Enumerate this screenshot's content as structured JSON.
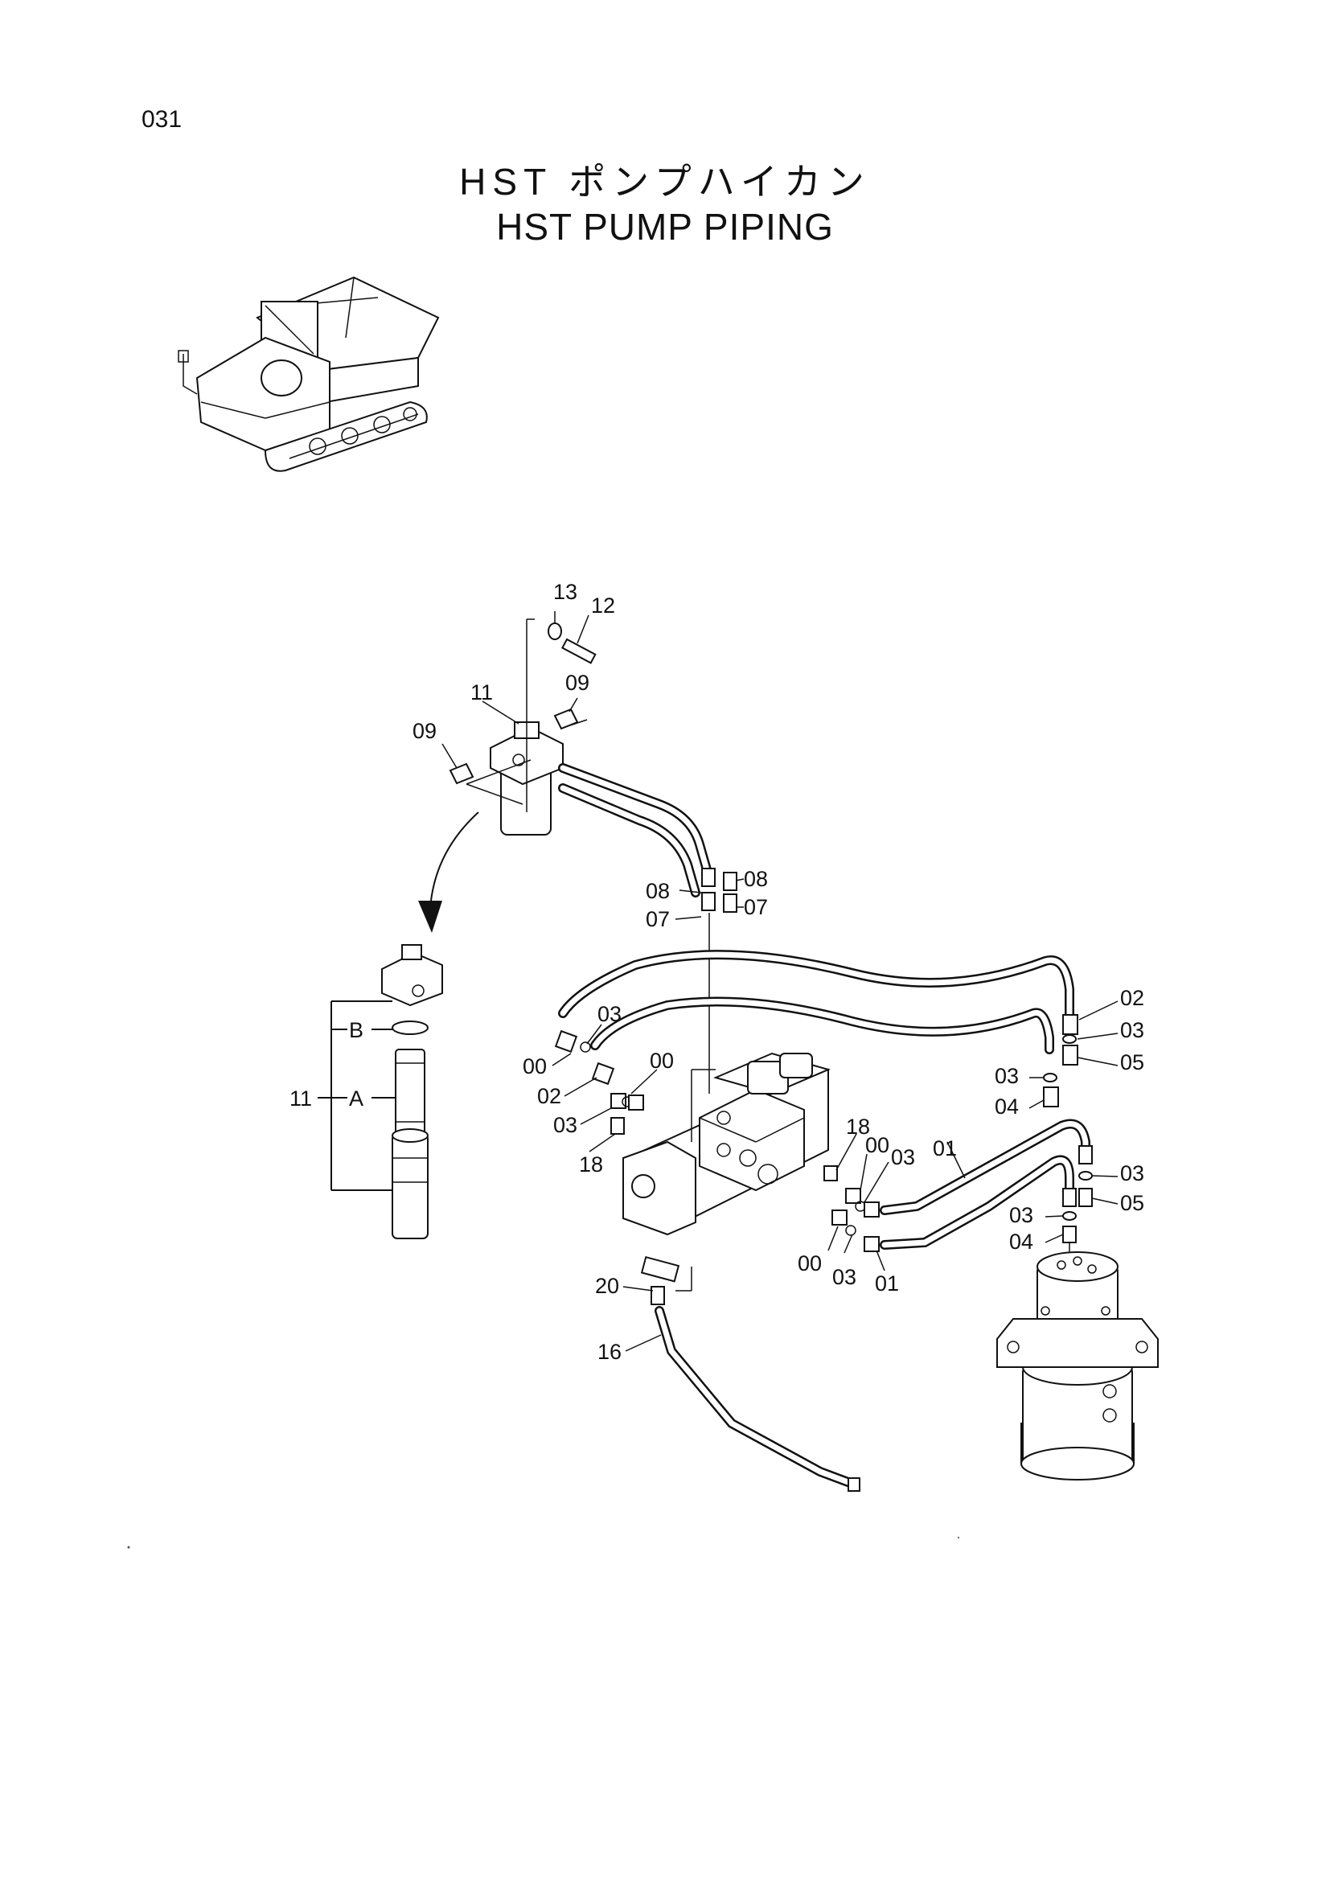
{
  "page_number": "031",
  "title_japanese": "HST ポンプハイカン",
  "title_english": "HST PUMP PIPING",
  "callouts": {
    "c13": "13",
    "c12": "12",
    "c09a": "09",
    "c09b": "09",
    "c11top": "11",
    "c08a": "08",
    "c08b": "08",
    "c07a": "07",
    "c07b": "07",
    "c03a": "03",
    "c00a": "00",
    "c00b": "00",
    "c02a": "02",
    "c03b": "03",
    "c18a": "18",
    "c18b": "18",
    "c00c": "00",
    "c03c": "03",
    "c01a": "01",
    "c00d": "00",
    "c03d": "03",
    "c01b": "01",
    "c20": "20",
    "c16": "16",
    "c02b": "02",
    "c03e": "03",
    "c05a": "05",
    "c03f": "03",
    "c04a": "04",
    "c03g": "03",
    "c05b": "05",
    "c03h": "03",
    "c04b": "04"
  },
  "filter_detail": {
    "assembly": "11",
    "part_b": "B",
    "part_a": "A"
  }
}
